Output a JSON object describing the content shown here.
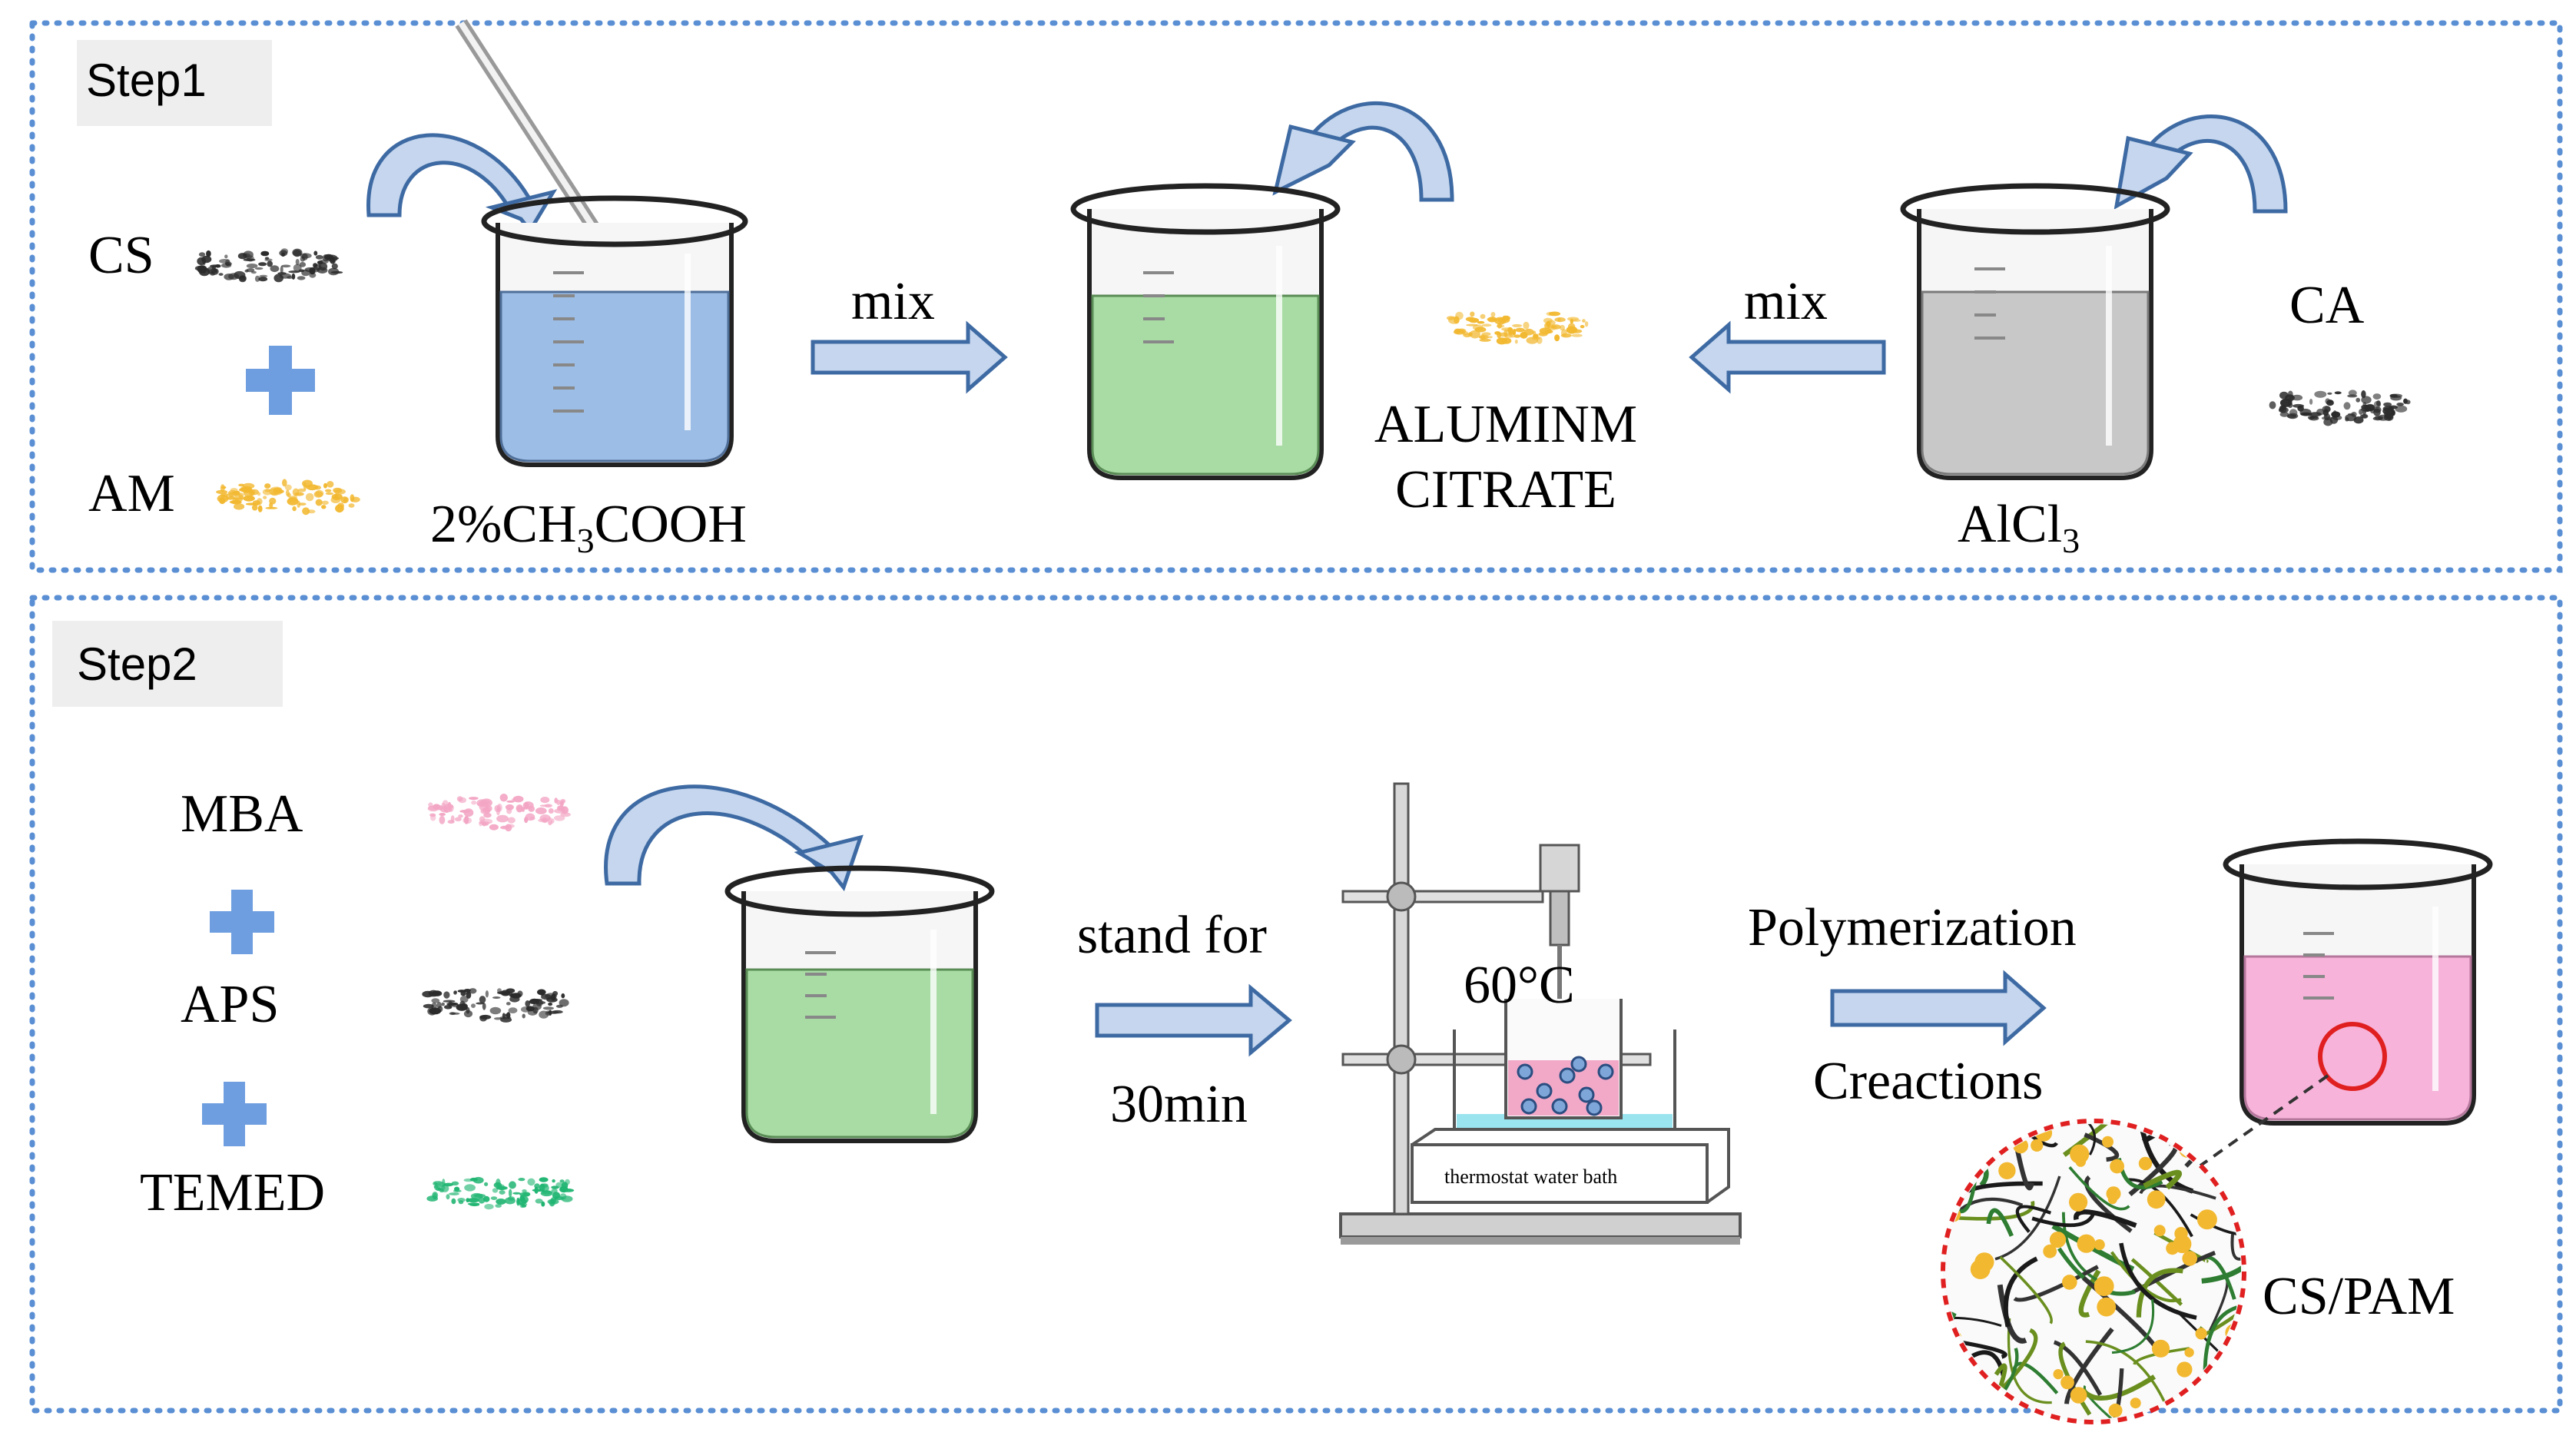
{
  "step1": {
    "title": "Step1",
    "cs": "CS",
    "am": "AM",
    "acid": {
      "base": "2%CH",
      "sub1": "3",
      "rest": "COOH"
    },
    "mix_right": "mix",
    "mix_left": "mix",
    "aluminium_line1": "ALUMINM",
    "aluminium_line2": "CITRATE",
    "ca": "CA",
    "alcl": {
      "base": "AlCl",
      "sub": "3"
    }
  },
  "step2": {
    "title": "Step2",
    "mba": "MBA",
    "aps": "APS",
    "temed": "TEMED",
    "stand1": "stand for",
    "stand2": "30min",
    "temp": "60°C",
    "bath": "thermostat water bath",
    "poly1": "Polymerization",
    "poly2": "Creactions",
    "product": "CS/PAM"
  },
  "colors": {
    "frame": "#5b8fd4",
    "arrow_fill": "#c5d6ee",
    "arrow_stroke": "#3e6aa3",
    "plus": "#6f9ee0",
    "blue_liquid": "#9cbde6",
    "green_liquid": "#a9dca5",
    "gray_liquid": "#c8c8c8",
    "pink_liquid": "#f7b3da",
    "powder_black": "#2b2b2b",
    "powder_yellow": "#f2b830",
    "powder_pink": "#f3a6c4",
    "powder_green": "#21b572",
    "circle_red": "#e02020"
  }
}
